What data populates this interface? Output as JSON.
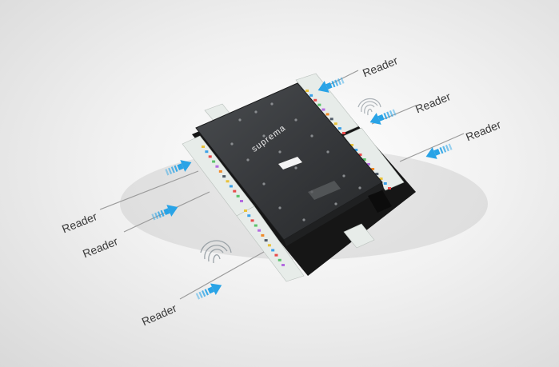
{
  "product": {
    "brand": "suprema"
  },
  "reader_labels": [
    "Reader",
    "Reader",
    "Reader",
    "Reader",
    "Reader",
    "Reader"
  ],
  "colors": {
    "background": "#eeeeee",
    "board": "#2f3133",
    "pcb": "#161616",
    "terminal": "#eef2f0",
    "arrow": "#29a3e6",
    "line": "#9b9b9b",
    "text": "#3a3a3a"
  }
}
